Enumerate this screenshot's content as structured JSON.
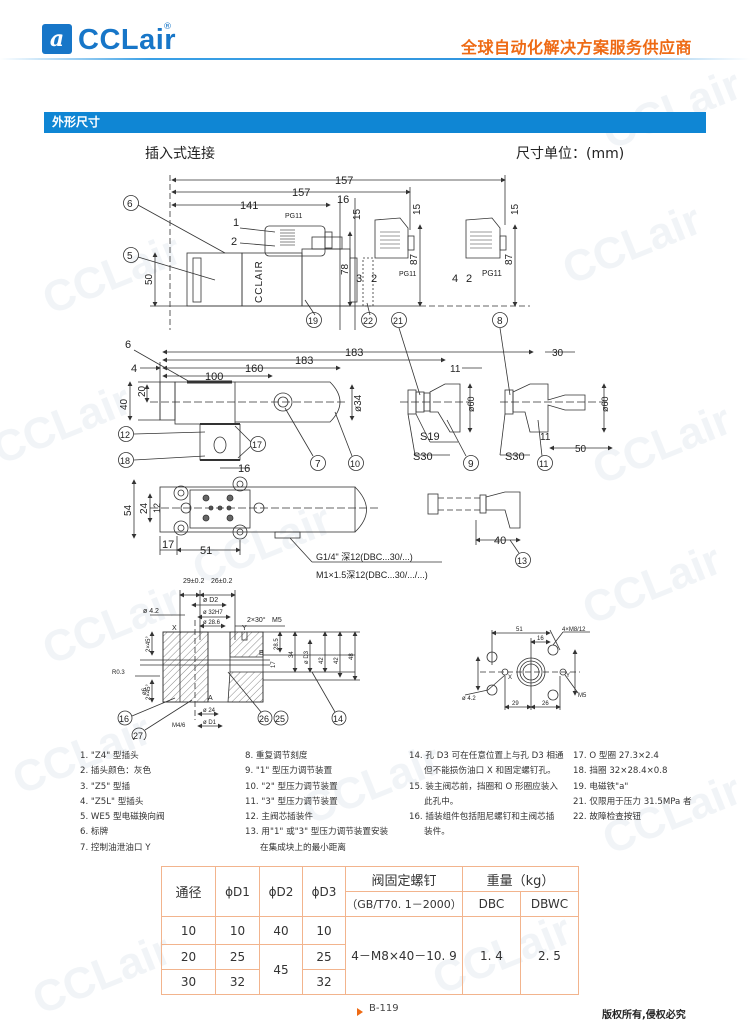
{
  "header": {
    "logo_mark": "a",
    "logo_text": "CCLair",
    "logo_reg": "®",
    "slogan": "全球自动化解决方案服务供应商",
    "brand_color": "#1776c8",
    "accent_color": "#ee6a14"
  },
  "section": {
    "title": "外形尺寸",
    "subtitle": "插入式连接",
    "unit": "尺寸单位：(mm)"
  },
  "drawing_top": {
    "dims": [
      "157",
      "157",
      "141",
      "16",
      "15",
      "15",
      "15",
      "50",
      "78",
      "87",
      "87"
    ],
    "labels": [
      "PG11",
      "PG11",
      "PG11",
      "1",
      "2",
      "3",
      "2",
      "4",
      "2",
      "CCLAIR"
    ],
    "callouts": [
      "6",
      "5",
      "19",
      "22",
      "21",
      "8"
    ]
  },
  "drawing_mid": {
    "dims": [
      "183",
      "183",
      "160",
      "100",
      "4",
      "20",
      "40",
      "ø34",
      "11",
      "ø60",
      "30",
      "ø60",
      "11",
      "50",
      "16"
    ],
    "labels": [
      "S19",
      "S30",
      "S30",
      "6"
    ],
    "callouts": [
      "12",
      "17",
      "18",
      "7",
      "10",
      "9",
      "11"
    ]
  },
  "drawing_plan": {
    "dims": [
      "54",
      "24",
      "12",
      "17",
      "51",
      "40"
    ],
    "thread_notes": [
      "G1/4\" 深12(DBC...30/...)",
      "M1×1.5深12(DBC...30/.../...)"
    ],
    "callouts": [
      "13"
    ]
  },
  "drawing_section": {
    "dims": [
      "29±0.2",
      "26±0.2",
      "ø D2",
      "ø 4.2",
      "ø 32H7",
      "ø 28.6",
      "2×30°",
      "M5",
      "2×45°",
      "2×45°",
      "28.5",
      "34",
      "17",
      "ø D3",
      "42",
      "42",
      "48",
      "ø 24",
      "ø D1",
      "R0.3",
      "ø6",
      "M4/6"
    ],
    "letters": [
      "X",
      "Y",
      "B",
      "A"
    ],
    "callouts": [
      "16",
      "27",
      "26",
      "25",
      "14"
    ]
  },
  "drawing_mount": {
    "dims": [
      "51",
      "16",
      "4×M8/12",
      "29",
      "26",
      "ø 4.2",
      "M5"
    ],
    "letters": [
      "X",
      "Y"
    ]
  },
  "notes_left": [
    "1. \"Z4\" 型插头",
    "2. 插头颜色：灰色",
    "3. \"Z5\" 型插",
    "4. \"Z5L\" 型插头",
    "5. WE5 型电磁换向阀",
    "6. 标牌",
    "7. 控制油泄油口 Y"
  ],
  "notes_mid": [
    "8. 重复调节刻度",
    "9. \"1\" 型压力调节装置",
    "10. \"2\" 型压力调节装置",
    "11. \"3\" 型压力调节装置",
    "12. 主阀芯插装件",
    "13. 用\"1\" 或\"3\" 型压力调节装置安装",
    "在集成块上的最小距离"
  ],
  "notes_right_a": [
    "14. 孔 D3 可在任意位置上与孔 D3 相通",
    "但不能损伤油口 X 和固定螺钉孔。",
    "15. 装主阀芯前，挡圈和 O 形圈应装入",
    "此孔中。",
    "16. 插装组件包括阻尼螺钉和主阀芯插",
    "装件。"
  ],
  "notes_right_b": [
    "17. O 型圈 27.3×2.4",
    "18. 挡圈 32×28.4×0.8",
    "19. 电磁铁\"a\"",
    "21. 仅限用于压力 31.5MPa 者",
    "22. 故障检查按钮"
  ],
  "table": {
    "headers": {
      "bore": "通径",
      "d1": "ϕD1",
      "d2": "ϕD2",
      "d3": "ϕD3",
      "screws": "阀固定螺钉",
      "screws_std": "（GB/T70. 1－2000）",
      "weight": "重量（kg）",
      "dbc": "DBC",
      "dbwc": "DBWC"
    },
    "rows": [
      {
        "bore": "10",
        "d1": "10",
        "d2": "40",
        "d3": "10"
      },
      {
        "bore": "20",
        "d1": "25",
        "d2": "45",
        "d3": "25"
      },
      {
        "bore": "30",
        "d1": "32",
        "d3": "32"
      }
    ],
    "screws_value": "4－M8×40－10. 9",
    "dbc_value": "1. 4",
    "dbwc_value": "2. 5",
    "border_color": "#f2b48d"
  },
  "footer": {
    "page": "B-119",
    "copyright": "版权所有,侵权必究"
  },
  "watermark": "CCLair"
}
